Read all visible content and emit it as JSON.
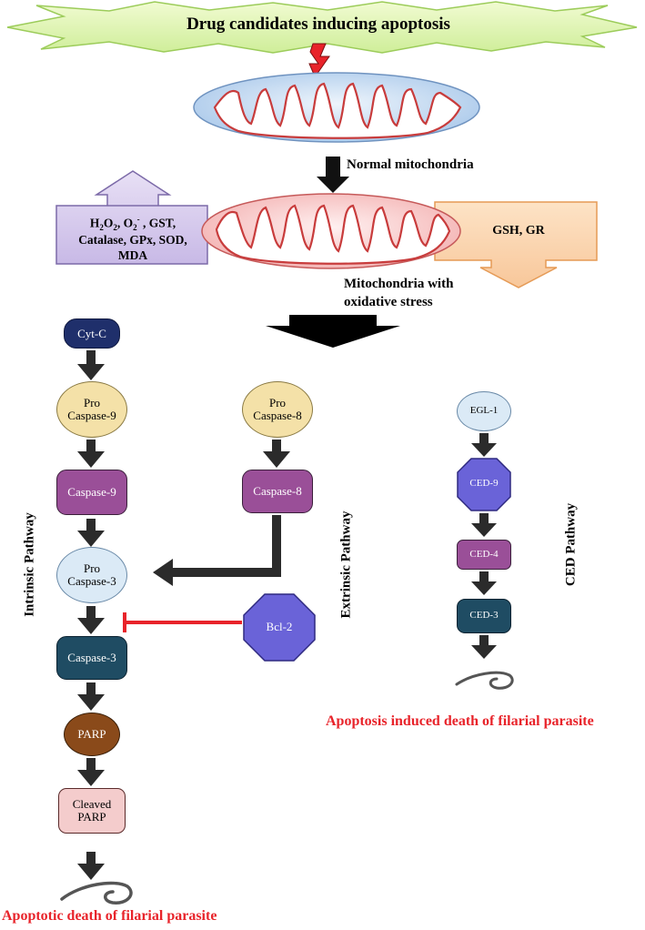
{
  "title": "Drug candidates inducing apoptosis",
  "mito_normal_label": "Normal mitochondria",
  "mito_stress_label_line1": "Mitochondria with",
  "mito_stress_label_line2": "oxidative stress",
  "ros_box": {
    "line1_prefix": "H",
    "line1": "O",
    "line1_mid": ", O",
    "line1_sup": "-",
    "line1_end": " , GST,",
    "line2": "Catalase, GPx, SOD,",
    "line3": "MDA",
    "sub2": "2"
  },
  "gsh_box": "GSH, GR",
  "pathways": {
    "intrinsic": "Intrinsic Pathway",
    "extrinsic": "Extrinsic Pathway",
    "ced": "CED Pathway"
  },
  "nodes": {
    "cytc": "Cyt-C",
    "procasp9_l1": "Pro",
    "procasp9_l2": "Caspase-9",
    "casp9": "Caspase-9",
    "procasp3_l1": "Pro",
    "procasp3_l2": "Caspase-3",
    "casp3": "Caspase-3",
    "parp": "PARP",
    "cleaved_l1": "Cleaved",
    "cleaved_l2": "PARP",
    "procasp8_l1": "Pro",
    "procasp8_l2": "Caspase-8",
    "casp8": "Caspase-8",
    "bcl2": "Bcl-2",
    "egl1": "EGL-1",
    "ced9": "CED-9",
    "ced4": "CED-4",
    "ced3": "CED-3"
  },
  "outcomes": {
    "ced": "Apoptosis induced death of filarial parasite",
    "intrinsic": "Apoptotic death of filarial parasite"
  },
  "colors": {
    "red_text": "#e8232a",
    "inhibition_line": "#e8232a",
    "arrow": "#2b2b2b"
  }
}
